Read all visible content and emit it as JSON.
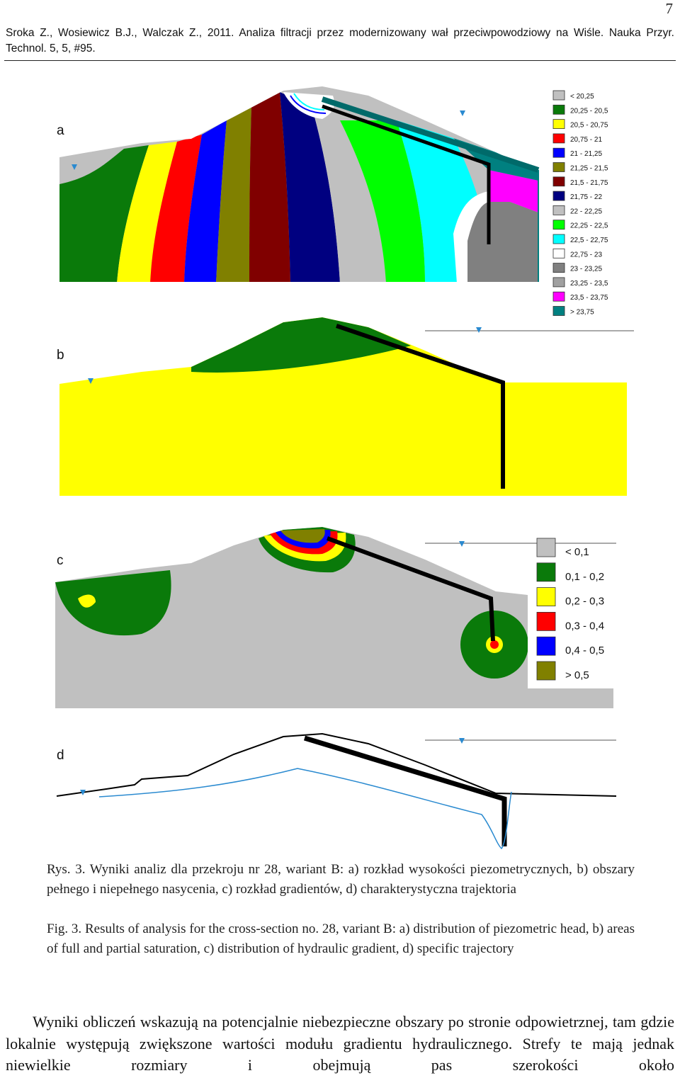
{
  "page_number": "7",
  "header": {
    "reference": "Sroka Z., Wosiewicz B.J., Walczak Z., 2011. Analiza filtracji przez modernizowany wał przeciwpowodziowy na Wiśle. Nauka Przyr. Technol. 5, 5, #95."
  },
  "figure": {
    "panels": {
      "a": "a",
      "b": "b",
      "c": "c",
      "d": "d"
    },
    "legend_a": [
      {
        "label": "< 20,25",
        "color": "#c0c0c0"
      },
      {
        "label": "20,25 - 20,5",
        "color": "#0a7a0a"
      },
      {
        "label": "20,5 - 20,75",
        "color": "#ffff00"
      },
      {
        "label": "20,75 - 21",
        "color": "#ff0000"
      },
      {
        "label": "21 - 21,25",
        "color": "#0000ff"
      },
      {
        "label": "21,25 - 21,5",
        "color": "#808000"
      },
      {
        "label": "21,5 - 21,75",
        "color": "#800000"
      },
      {
        "label": "21,75 - 22",
        "color": "#000080"
      },
      {
        "label": "22 - 22,25",
        "color": "#c0c0c0"
      },
      {
        "label": "22,25 - 22,5",
        "color": "#00ff00"
      },
      {
        "label": "22,5 - 22,75",
        "color": "#00ffff"
      },
      {
        "label": "22,75 - 23",
        "color": "#ffffff"
      },
      {
        "label": "23 - 23,25",
        "color": "#808080"
      },
      {
        "label": "23,25 - 23,5",
        "color": "#a0a0a0"
      },
      {
        "label": "23,5 - 23,75",
        "color": "#ff00ff"
      },
      {
        "label": "> 23,75",
        "color": "#008080"
      }
    ],
    "legend_c": [
      {
        "label": "< 0,1",
        "color": "#c0c0c0"
      },
      {
        "label": "0,1 - 0,2",
        "color": "#0a7a0a"
      },
      {
        "label": "0,2 - 0,3",
        "color": "#ffff00"
      },
      {
        "label": "0,3 - 0,4",
        "color": "#ff0000"
      },
      {
        "label": "0,4 - 0,5",
        "color": "#0000ff"
      },
      {
        "label": "> 0,5",
        "color": "#808000"
      }
    ]
  },
  "caption": {
    "polish": "Rys. 3. Wyniki analiz dla przekroju nr 28, wariant B: a) rozkład wysokości piezometrycznych, b) obszary pełnego i niepełnego nasycenia, c) rozkład gradientów, d) charakterystyczna trajektoria",
    "english": "Fig. 3. Results of analysis for the cross-section no. 28, variant B: a) distribution of piezometric head, b) areas of full and partial saturation, c) distribution of hydraulic gradient, d) specific trajectory"
  },
  "body": {
    "paragraph": "Wyniki obliczeń wskazują na potencjalnie niebezpieczne obszary po stronie odpowietrznej, tam gdzie lokalnie występują zwiększone wartości modułu gradientu hydraulicznego. Strefy te mają jednak niewielkie rozmiary i obejmują pas szerokości około"
  }
}
